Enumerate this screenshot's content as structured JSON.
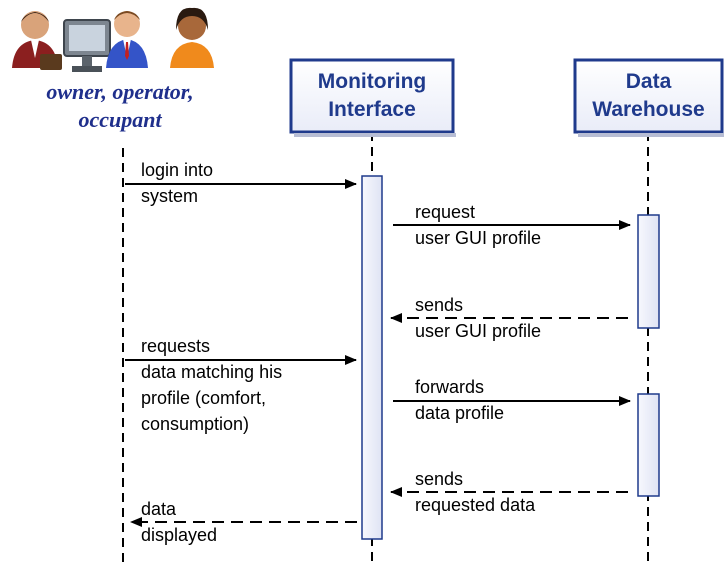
{
  "actor": {
    "label_line1": "owner, operator,",
    "label_line2": "occupant",
    "icons": [
      "businessman-with-briefcase-icon",
      "computer-workstation-icon",
      "businessman-icon",
      "woman-user-icon"
    ]
  },
  "participants": [
    {
      "line1": "Monitoring",
      "line2": "Interface"
    },
    {
      "line1": "Data",
      "line2": "Warehouse"
    }
  ],
  "messages": [
    {
      "line1": "login into",
      "line2": "system"
    },
    {
      "line1": "request",
      "line2": "user GUI profile"
    },
    {
      "line1": "sends",
      "line2": "user GUI profile"
    },
    {
      "line1": "requests",
      "line2": "data matching his",
      "line3": "profile (comfort,",
      "line4": "consumption)"
    },
    {
      "line1": "forwards",
      "line2": "data profile"
    },
    {
      "line1": "sends",
      "line2": "requested data"
    },
    {
      "line1": "data",
      "line2": "displayed"
    }
  ],
  "colors": {
    "actor_label": "#1f2f8c",
    "box_border": "#1f3a8c",
    "activation_fill": "#eef0fa",
    "line": "#000000"
  }
}
